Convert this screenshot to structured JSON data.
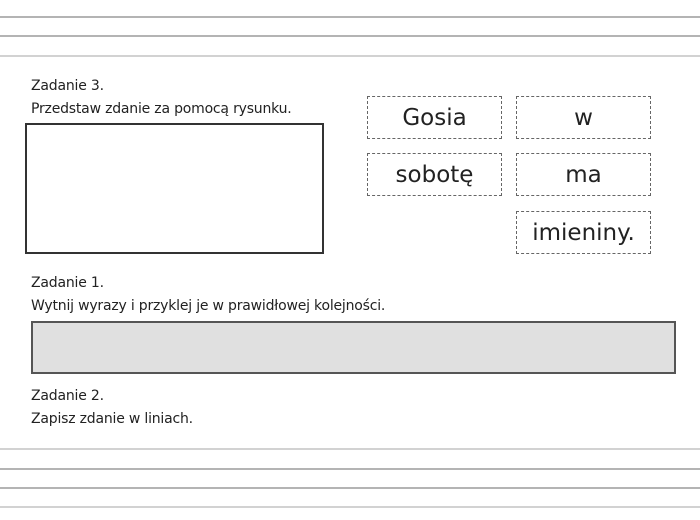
{
  "worksheet": {
    "task3": {
      "title": "Zadanie 3.",
      "instruction": "Przedstaw zdanie za pomocą rysunku."
    },
    "task1": {
      "title": "Zadanie 1.",
      "instruction": "Wytnij wyrazy i przyklej je w prawidłowej kolejności."
    },
    "task2": {
      "title": "Zadanie 2.",
      "instruction": "Zapisz zdanie w liniach."
    },
    "word_cards": [
      "Gosia",
      "w",
      "sobotę",
      "ma",
      "imieniny."
    ],
    "colors": {
      "glue_area": "#e0e0e0",
      "lines": "#b4b4b4",
      "border": "#333333"
    }
  }
}
